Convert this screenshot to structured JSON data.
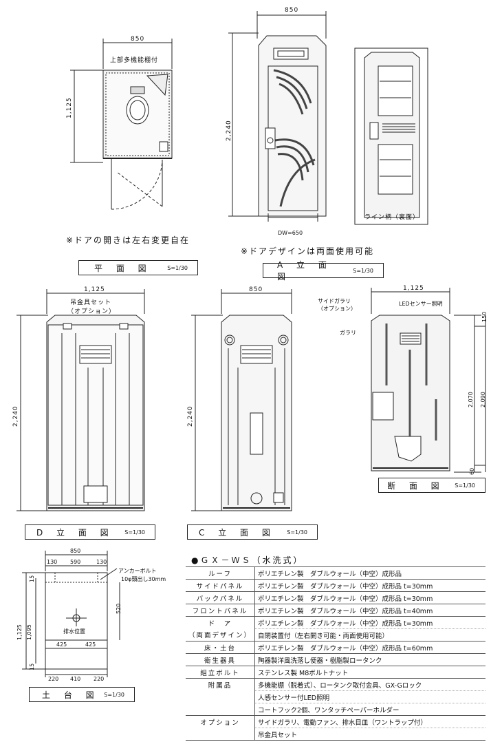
{
  "plan": {
    "dim_width": "850",
    "dim_depth": "1,125",
    "label_shelf": "上部多機能棚付",
    "note": "※ドアの開きは左右変更自在",
    "title": "平 面 図",
    "scale": "S=1/30"
  },
  "elev_a": {
    "dim_width": "850",
    "dim_height": "2,240",
    "dim_door": "DW=650",
    "note": "※ドアデザインは両面使用可能",
    "title": "A 立 面 図",
    "scale": "S=1/30"
  },
  "line_back": {
    "label": "ライン柄（裏面）"
  },
  "elev_d": {
    "dim_width": "1,125",
    "dim_height": "2,240",
    "label_hook_1": "吊金具セット",
    "label_hook_2": "（オプション）",
    "title": "D 立 面 図",
    "scale": "S=1/30"
  },
  "elev_c": {
    "dim_width": "850",
    "dim_height": "2,240",
    "title": "C 立 面 図",
    "scale": "S=1/30"
  },
  "section": {
    "dim_width": "1,125",
    "label_side_1": "サイドガラリ",
    "label_side_2": "（オプション）",
    "label_led": "LEDセンサー照明",
    "label_galari": "ガラリ",
    "dim_150": "150",
    "dim_2070": "2,070",
    "dim_2090": "2,090",
    "dim_60": "60",
    "title": "断 面 図",
    "scale": "S=1/30"
  },
  "base": {
    "dim_width": "850",
    "dim_130a": "130",
    "dim_590": "590",
    "dim_130b": "130",
    "anchor_1": "アンカーボルト",
    "anchor_2": "10φ頭出し30mm",
    "dim_520": "520",
    "drain": "排水位置",
    "dim_425a": "425",
    "dim_425b": "425",
    "dim_1125": "1,125",
    "dim_1095": "1,095",
    "dim_15a": "15",
    "dim_15b": "15",
    "dim_220a": "220",
    "dim_410": "410",
    "dim_220b": "220",
    "title": "土 台 図",
    "scale": "S=1/30"
  },
  "spec": {
    "title": "●ＧＸ－ＷＳ（水洗式）",
    "rows": [
      {
        "k": "ルーフ",
        "v": "ポリエチレン製　ダブルウォール（中空）成形品"
      },
      {
        "k": "サイドパネル",
        "v": "ポリエチレン製　ダブルウォール（中空）成形品 t=30mm"
      },
      {
        "k": "バックパネル",
        "v": "ポリエチレン製　ダブルウォール（中空）成形品 t=30mm"
      },
      {
        "k": "フロントパネル",
        "v": "ポリエチレン製　ダブルウォール（中空）成形品 t=40mm"
      },
      {
        "k": "ド　ア",
        "v": "ポリエチレン製　ダブルウォール（中空）成形品 t=30mm"
      },
      {
        "k": "（両面デザイン）",
        "v": "自閉装置付（左右開き可能・両面使用可能）"
      },
      {
        "k": "床・土台",
        "v": "ポリエチレン製　ダブルウォール（中空）成形品 t=60mm"
      },
      {
        "k": "衛生器具",
        "v": "陶器製洋風洗落し便器・樹脂製ロータンク"
      },
      {
        "k": "組立ボルト",
        "v": "ステンレス製 M8ボルトナット"
      },
      {
        "k": "附属品",
        "v": "多機能棚（脱着式）、ロータンク取付金具、GX-Gロック"
      },
      {
        "k": "",
        "v": "人感センサー付LED照明"
      },
      {
        "k": "",
        "v": "コートフック2個、ワンタッチペーパーホルダー"
      },
      {
        "k": "オプション",
        "v": "サイドガラリ、電動ファン、排水目皿（ワントラップ付）"
      },
      {
        "k": "",
        "v": "吊金具セット"
      }
    ]
  }
}
